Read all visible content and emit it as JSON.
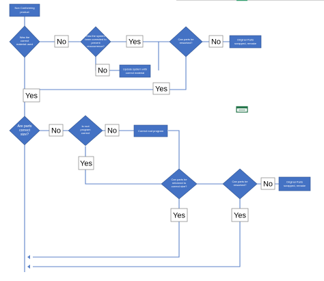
{
  "nodes": {
    "start": [
      "Non Conforming",
      "product"
    ],
    "d1": [
      "Was the",
      "correct",
      "material used"
    ],
    "d2": [
      "Has the system",
      "been corrected to",
      "prevent",
      "reoccurrence?"
    ],
    "d3": [
      "Can parts be",
      "reworked?"
    ],
    "r1": [
      "Original Parts",
      "scrapped, remake"
    ],
    "p1": [
      "Update system with",
      "correct material"
    ],
    "d4": [
      "Are parts",
      "correct",
      "size?"
    ],
    "d5": [
      "Is root",
      "program",
      "correct"
    ],
    "p2": [
      "Correct root program"
    ],
    "d6": [
      "Can parts be",
      "reformed to",
      "correct size?"
    ],
    "d7": [
      "Can parts be",
      "reworked?"
    ],
    "r2": [
      "Original Parts",
      "scrapped, remake"
    ]
  },
  "labels": {
    "no1": "No",
    "yes1": "Yes",
    "no2": "No",
    "no3": "No",
    "yes2": "Yes",
    "yes3": "Yes",
    "no4": "No",
    "no5": "No",
    "yes4": "Yes",
    "no6": "No",
    "yes5": "Yes",
    "yes6": "Yes"
  },
  "colors": {
    "shape": "#4472c4",
    "connector": "#5b82c8",
    "icon": "#1e7145"
  },
  "icons": {
    "excel": "excel-icon"
  }
}
